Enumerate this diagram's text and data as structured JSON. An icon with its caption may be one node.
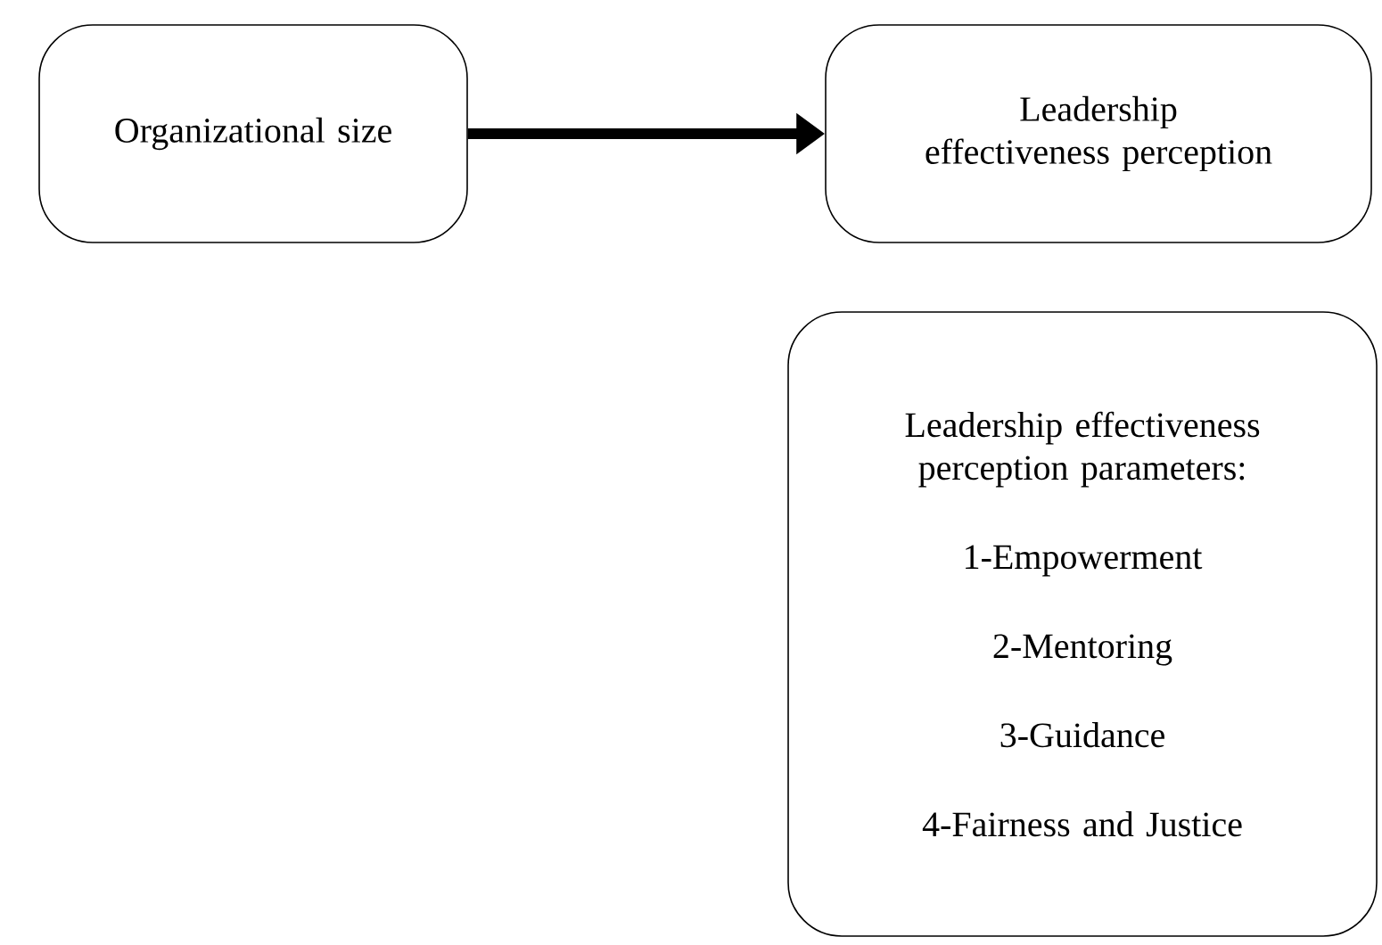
{
  "diagram": {
    "nodes": [
      {
        "text": [
          "Organizational size"
        ]
      },
      {
        "text": [
          "Leadership effectiveness perception"
        ]
      },
      {
        "text": [
          "Leadership effectiveness perception parameters:",
          "1-Empowerment",
          "2-Mentoring",
          "3-Guidance",
          "4-Fairness and Justice"
        ]
      }
    ],
    "edges": [
      {
        "from": 0,
        "to": 1,
        "arrow": "to"
      }
    ]
  }
}
